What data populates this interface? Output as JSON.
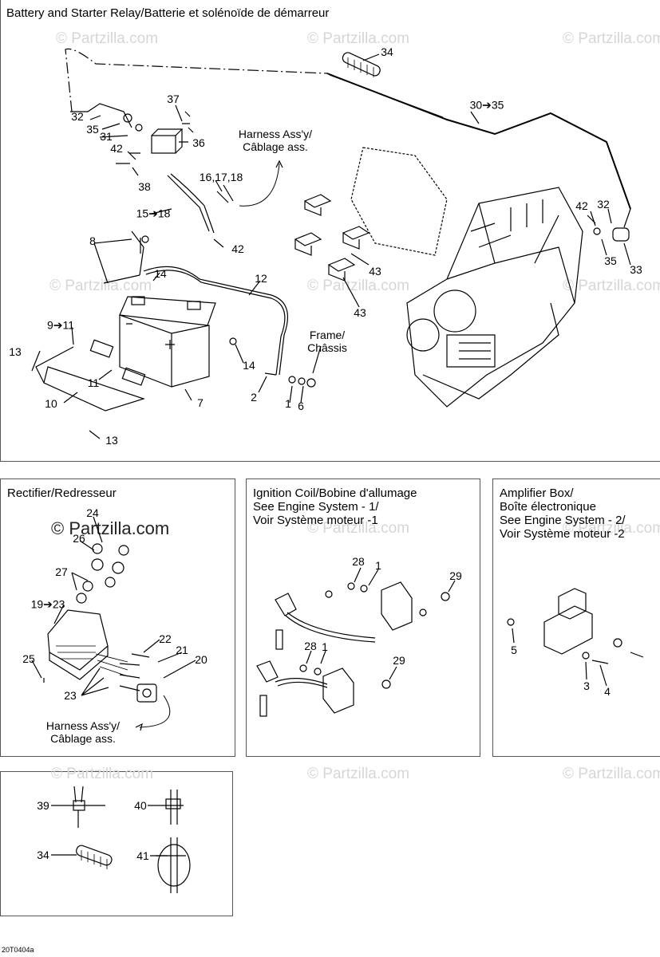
{
  "watermark": "© Partzilla.com",
  "figure_code": "20T0404a",
  "panels": {
    "battery": {
      "title": "Battery and Starter Relay/Batterie et solénoïde de démarreur",
      "notes": {
        "harness": "Harness Ass'y/\nCâblage ass.",
        "frame": "Frame/\nChâssis"
      },
      "callouts": {
        "c34": "34",
        "c30_35": "30➔35",
        "c32a": "32",
        "c35a": "35",
        "c31": "31",
        "c37": "37",
        "c42a": "42",
        "c36": "36",
        "c38": "38",
        "c16_18": "16,17,18",
        "c15_18": "15➔18",
        "c42b": "42",
        "c8": "8",
        "c14a": "14",
        "c12": "12",
        "c9_11": "9➔11",
        "c13a": "13",
        "c11": "11",
        "c10": "10",
        "c13b": "13",
        "c7": "7",
        "c14b": "14",
        "c2": "2",
        "c1": "1",
        "c6": "6",
        "c42c": "42",
        "c32b": "32",
        "c35b": "35",
        "c33": "33",
        "c43a": "43",
        "c43b": "43"
      }
    },
    "rectifier": {
      "title": "Rectifier/Redresseur",
      "note": "Harness Ass'y/\nCâblage ass.",
      "callouts": {
        "c24": "24",
        "c26": "26",
        "c27": "27",
        "c19_23": "19➔23",
        "c25": "25",
        "c22": "22",
        "c21": "21",
        "c20": "20",
        "c23": "23"
      }
    },
    "ignition": {
      "title": "Ignition Coil/Bobine d'allumage\nSee Engine System - 1/\nVoir Système moteur -1",
      "callouts": {
        "c28a": "28",
        "c1a": "1",
        "c29a": "29",
        "c28b": "28",
        "c1b": "1",
        "c29b": "29"
      }
    },
    "amplifier": {
      "title": "Amplifier Box/\nBoîte électronique\nSee Engine System - 2/\nVoir Système moteur -2",
      "callouts": {
        "c5": "5",
        "c3": "3",
        "c4": "4"
      }
    },
    "ties": {
      "callouts": {
        "c39": "39",
        "c40": "40",
        "c34": "34",
        "c41": "41"
      }
    }
  }
}
